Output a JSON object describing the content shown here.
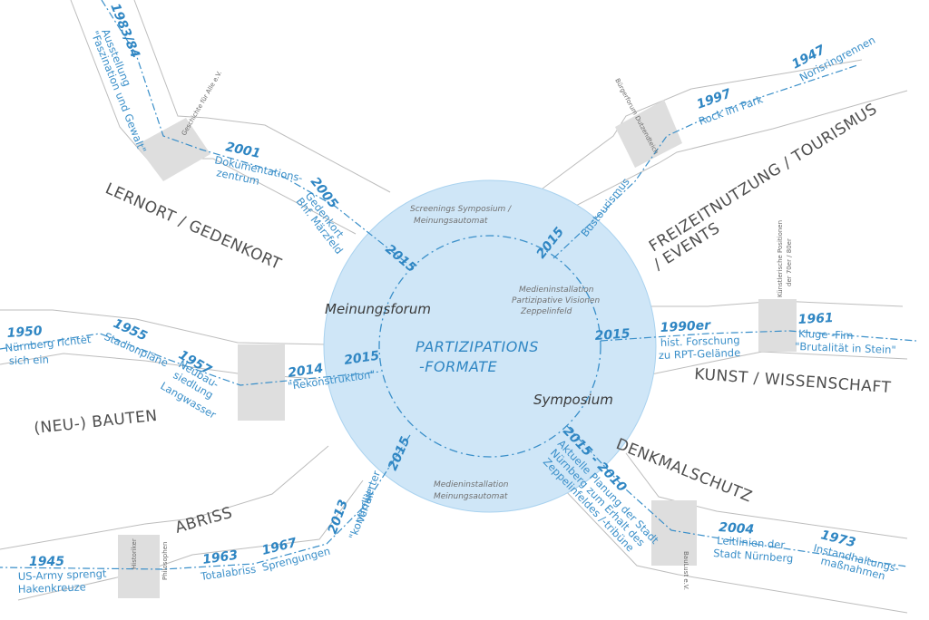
{
  "center": {
    "line1": "PARTIZIPATIONS",
    "line2": "-FORMATE"
  },
  "hubs": {
    "meinungsforum": "Meinungsforum",
    "symposium": "Symposium"
  },
  "inner_notes": {
    "top": [
      "Screenings Symposium /",
      "Meinungsautomat"
    ],
    "mid": [
      "Medieninstallation",
      "Partizipative Visionen",
      "Zeppelinfeld"
    ],
    "bottom": [
      "Medieninstallation",
      "Meinungsautomat"
    ]
  },
  "categories": {
    "lernort": "LERNORT / GEDENKORT",
    "freizeit1": "FREIZEITNUTZUNG / TOURISMUS",
    "freizeit2": "/ EVENTS",
    "kunst": "KUNST / WISSENSCHAFT",
    "denkmal": "DENKMALSCHUTZ",
    "abriss": "ABRISS",
    "neubauten": "(NEU-) BAUTEN"
  },
  "gate_labels": {
    "lernort": "Geschichte für Alle e.V.",
    "freizeit": "Bürgerforum Dutzendteich",
    "kunst1": "Künstlerische Positionen",
    "kunst2": "der 70er / 80er",
    "denkmal": "BauLust e.V.",
    "abriss_a": "Historiker",
    "abriss_b": "Philosophen"
  },
  "events": {
    "lernort": {
      "y1983": "1983/84",
      "t1983a": "Ausstellung",
      "t1983b": "\"Faszination und Gewalt\"",
      "y2001": "2001",
      "t2001a": "Dokumentations-",
      "t2001b": "zentrum",
      "y2005": "2005",
      "t2005a": "Gedenkort",
      "t2005b": "Bhf. Märzfeld",
      "y2015": "2015"
    },
    "freizeit": {
      "y1947": "1947",
      "t1947": "Norisringrennen",
      "y1997": "1997",
      "t1997": "Rock im Park",
      "t_bus": "Bustourismus",
      "y2015": "2015"
    },
    "kunst": {
      "y1961": "1961",
      "t1961a": "Kluge -Fim",
      "t1961b": "\"Brutalität in Stein\"",
      "y1990": "1990er",
      "t1990a": "hist. Forschung",
      "t1990b": "zu RPT-Gelände",
      "y2015": "2015"
    },
    "denkmal": {
      "y2015": "2015 - 2010",
      "t_a": "Aktuelle Planung der Stadt",
      "t_b": "Nürnberg zum Erhalt des",
      "t_c": "Zeppelinfeldes /-tribüne",
      "y2004": "2004",
      "t2004a": "Leitlinien der",
      "t2004b": "Stadt Nürnberg",
      "y1973": "1973",
      "t1973a": "Instandhaltungs-",
      "t1973b": "maßnahmen"
    },
    "abriss": {
      "y1945": "1945",
      "t1945a": "US-Army sprengt",
      "t1945b": "Hakenkreuze",
      "y1963": "1963",
      "t1963": "Totalabriss",
      "y1967": "1967",
      "t1967": "Sprengungen",
      "y2013": "2013",
      "t2013a": "\"kontrollierter",
      "t2013b": "Verfall\"",
      "y2015": "2015"
    },
    "neubauten": {
      "y1950": "1950",
      "t1950a": "Nürnberg richtet",
      "t1950b": "sich ein",
      "y1955": "1955",
      "t1955": "Stadionpläne",
      "y1957": "1957",
      "t1957a": "Neubau-",
      "t1957b": "siedlung",
      "t1957c": "Langwasser",
      "y2014": "2014",
      "t2014": "\"Rekonstruktion\"",
      "y2015": "2015"
    }
  }
}
